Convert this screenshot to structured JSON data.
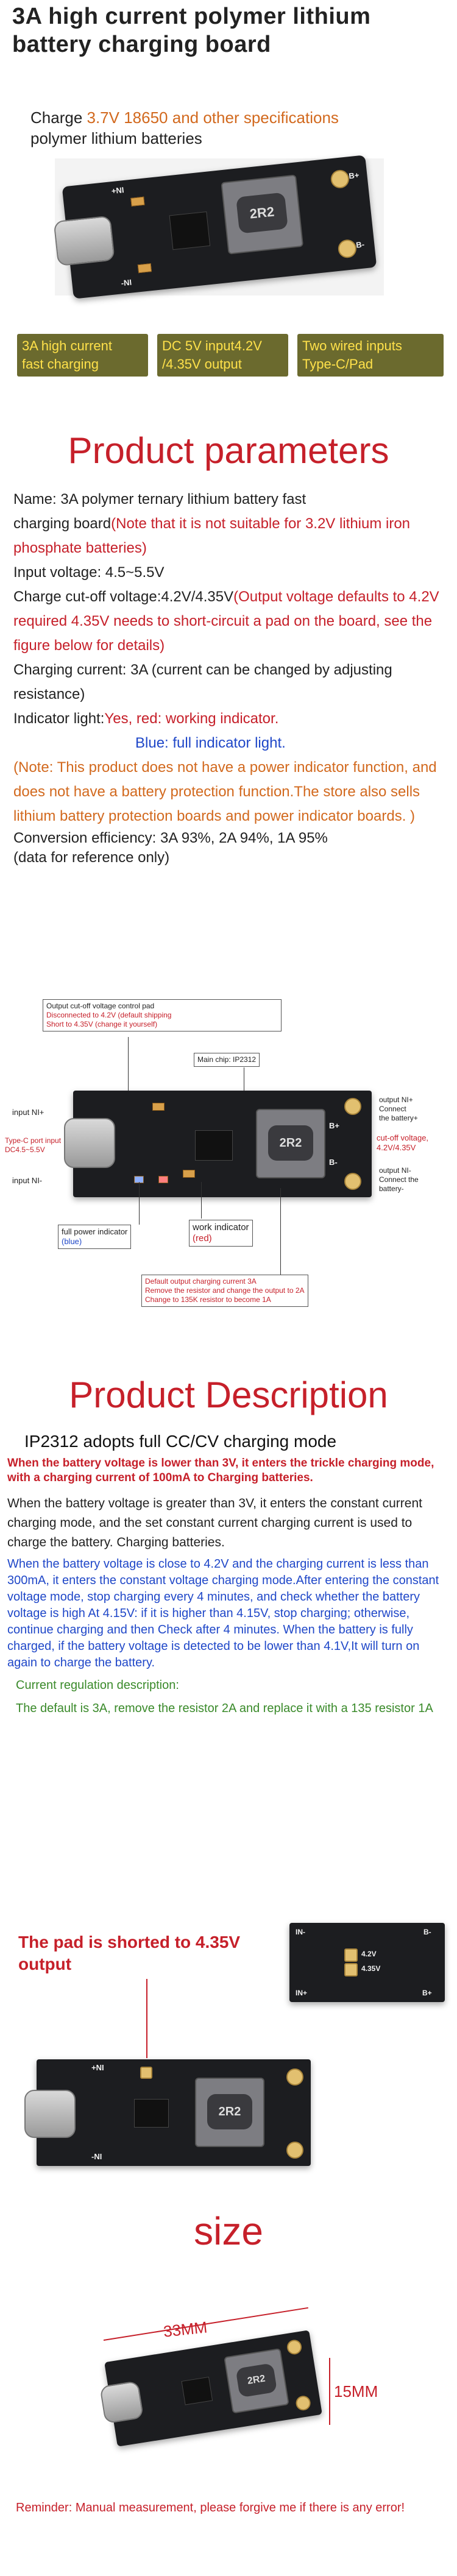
{
  "header": {
    "title_line1": "3A high current polymer lithium",
    "title_line2": "battery charging board",
    "subtitle_prefix": "Charge ",
    "subtitle_highlight": "3.7V 18650 and other specifications",
    "subtitle_line2": "polymer lithium batteries",
    "silk_2r2": "2R2",
    "silk_b_plus": "B+",
    "silk_b_minus": "B-",
    "silk_nl_plus": "+NI",
    "silk_nl_minus": "-NI"
  },
  "features": [
    {
      "line1": "3A high current",
      "line2": "fast charging"
    },
    {
      "line1": "DC 5V input4.2V",
      "line2": "/4.35V output"
    },
    {
      "line1": "Two wired inputs",
      "line2": "Type-C/Pad"
    }
  ],
  "params": {
    "heading": "Product parameters",
    "name_label": "Name: 3A polymer ternary lithium battery fast",
    "name_label2": "charging board",
    "name_note": "(Note that it is not suitable for 3.2V lithium iron phosphate batteries)",
    "input_voltage": "Input voltage: 4.5~5.5V",
    "cutoff_label": "Charge cut-off voltage:4.2V/4.35V",
    "cutoff_note": "(Output voltage defaults to 4.2V required 4.35V needs to short-circuit a pad on the board, see the figure below for details)",
    "current": "Charging current: 3A (current can be changed by adjusting resistance)",
    "indicator_label": "Indicator light:",
    "indicator_red": "Yes, red: working indicator.",
    "indicator_blue": "Blue: full indicator light.",
    "note_protection": "(Note: This product does not have a power indicator function, and does not have a battery protection function.The store also sells lithium battery protection boards and power indicator boards. )",
    "efficiency": "Conversion efficiency: 3A 93%, 2A 94%, 1A 95%",
    "efficiency_note": "(data for reference only)"
  },
  "diagram": {
    "cutoff_title": "Output cut-off voltage control pad",
    "cutoff_line2": "Disconnected to 4.2V (default shipping",
    "cutoff_line3": "Short to 4.35V (change it yourself)",
    "main_chip": "Main chip: IP2312",
    "input_plus": "input NI+",
    "type_c": "Type-C port input",
    "type_c2": "DC4.5~5.5V",
    "input_minus": "input NI-",
    "output_plus": "output NI+",
    "output_plus2": "Connect",
    "output_plus3": "the battery+",
    "cutoff_v": "cut-off voltage,",
    "cutoff_v2": "4.2V/4.35V",
    "output_minus": "output NI-",
    "output_minus2": "Connect the",
    "output_minus3": "battery-",
    "full_power": "full power indicator",
    "full_power2": "(blue)",
    "work_ind": "work indicator",
    "work_ind2": "(red)",
    "default_current": "Default output charging current 3A",
    "default_current2": "Remove the resistor and change the output to 2A",
    "default_current3": "Change to 135K resistor to become 1A"
  },
  "description": {
    "heading": "Product Description",
    "sub": "IP2312 adopts full CC/CV charging mode",
    "p1": "When the battery voltage is lower than 3V, it enters the trickle charging mode, with a charging current of 100mA to Charging batteries.",
    "p2": "When the battery voltage is greater than 3V, it enters the constant current charging mode, and the set constant current charging current is used to charge the battery. Charging batteries.",
    "p3": "When the battery voltage is close to 4.2V and the charging current is less than 300mA, it enters the constant voltage charging mode.After entering the constant voltage mode, stop charging every 4 minutes, and check whether the battery voltage is high At 4.15V: if it is higher than 4.15V, stop charging; otherwise, continue charging and then Check after 4 minutes. When the battery is fully charged, if the battery voltage is detected to be lower than 4.1V,It will turn on again to charge the battery.",
    "reg_title": "Current regulation description:",
    "reg_text": "The default is 3A, remove the resistor 2A and replace it with a 135 resistor 1A"
  },
  "pad_section": {
    "pad_title": "The pad is shorted to 4.35V",
    "pad_title2": "output",
    "pad_42": "4.2V",
    "pad_435": "4.35V"
  },
  "size": {
    "heading": "size",
    "width": "33MM",
    "height": "15MM",
    "reminder": "Reminder: Manual measurement, please forgive me if there is any error!"
  },
  "colors": {
    "accent_red": "#c6202a",
    "olive_box": "#6b6a2e",
    "feature_text": "#ffe14a"
  }
}
